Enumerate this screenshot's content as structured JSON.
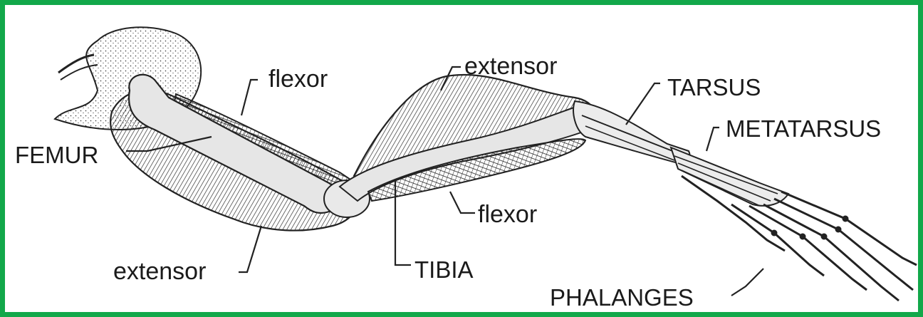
{
  "diagram": {
    "labels": {
      "flexor_upper": "flexor",
      "extensor_upper": "extensor",
      "tarsus": "TARSUS",
      "metatarsus": "METATARSUS",
      "femur": "FEMUR",
      "flexor_lower": "flexor",
      "extensor_lower": "extensor",
      "tibia": "TIBIA",
      "phalanges": "PHALANGES"
    },
    "colors": {
      "border": "#12a84a",
      "ink": "#1a1a1a"
    }
  }
}
